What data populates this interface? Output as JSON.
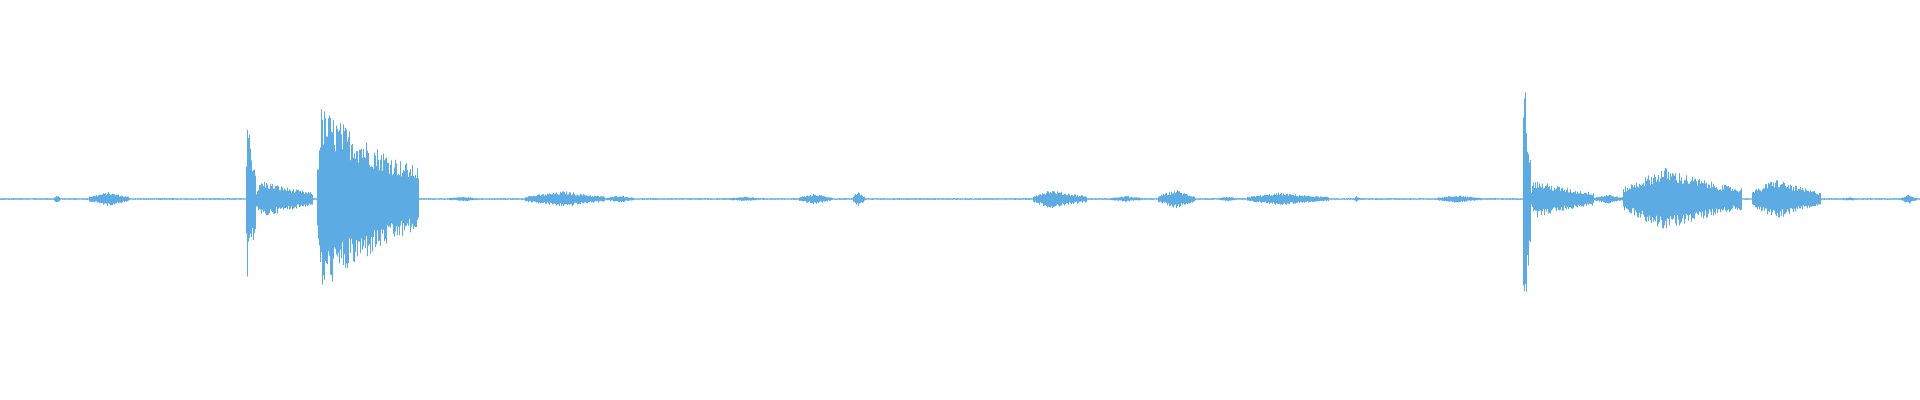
{
  "waveform": {
    "color": "#5dabe3",
    "background": "#ffffff",
    "baseline_amplitude": 0.006,
    "segments": [
      {
        "start": 0.028,
        "end": 0.031,
        "amp": 0.03,
        "attack": 0.5
      },
      {
        "start": 0.046,
        "end": 0.067,
        "amp": 0.045,
        "attack": 0.5
      },
      {
        "start": 0.128,
        "end": 0.133,
        "amp": 0.55,
        "attack": 0.1
      },
      {
        "start": 0.133,
        "end": 0.163,
        "amp": 0.12,
        "attack": 0.1
      },
      {
        "start": 0.165,
        "end": 0.218,
        "amp": 0.58,
        "attack": 0.04
      },
      {
        "start": 0.233,
        "end": 0.25,
        "amp": 0.015,
        "attack": 0.5
      },
      {
        "start": 0.273,
        "end": 0.315,
        "amp": 0.05,
        "attack": 0.5
      },
      {
        "start": 0.316,
        "end": 0.33,
        "amp": 0.025,
        "attack": 0.5
      },
      {
        "start": 0.378,
        "end": 0.398,
        "amp": 0.015,
        "attack": 0.5
      },
      {
        "start": 0.416,
        "end": 0.433,
        "amp": 0.035,
        "attack": 0.5
      },
      {
        "start": 0.444,
        "end": 0.45,
        "amp": 0.05,
        "attack": 0.5
      },
      {
        "start": 0.538,
        "end": 0.566,
        "amp": 0.06,
        "attack": 0.3
      },
      {
        "start": 0.578,
        "end": 0.595,
        "amp": 0.02,
        "attack": 0.5
      },
      {
        "start": 0.603,
        "end": 0.622,
        "amp": 0.06,
        "attack": 0.5
      },
      {
        "start": 0.634,
        "end": 0.645,
        "amp": 0.015,
        "attack": 0.5
      },
      {
        "start": 0.649,
        "end": 0.692,
        "amp": 0.04,
        "attack": 0.4
      },
      {
        "start": 0.705,
        "end": 0.708,
        "amp": 0.02,
        "attack": 0.5
      },
      {
        "start": 0.748,
        "end": 0.771,
        "amp": 0.025,
        "attack": 0.5
      },
      {
        "start": 0.793,
        "end": 0.797,
        "amp": 0.9,
        "attack": 0.05
      },
      {
        "start": 0.797,
        "end": 0.83,
        "amp": 0.12,
        "attack": 0.05
      },
      {
        "start": 0.83,
        "end": 0.845,
        "amp": 0.03,
        "attack": 0.5
      },
      {
        "start": 0.845,
        "end": 0.907,
        "amp": 0.2,
        "attack": 0.35
      },
      {
        "start": 0.912,
        "end": 0.948,
        "amp": 0.13,
        "attack": 0.35
      },
      {
        "start": 0.958,
        "end": 0.968,
        "amp": 0.012,
        "attack": 0.5
      },
      {
        "start": 0.99,
        "end": 0.998,
        "amp": 0.03,
        "attack": 0.5
      }
    ]
  }
}
